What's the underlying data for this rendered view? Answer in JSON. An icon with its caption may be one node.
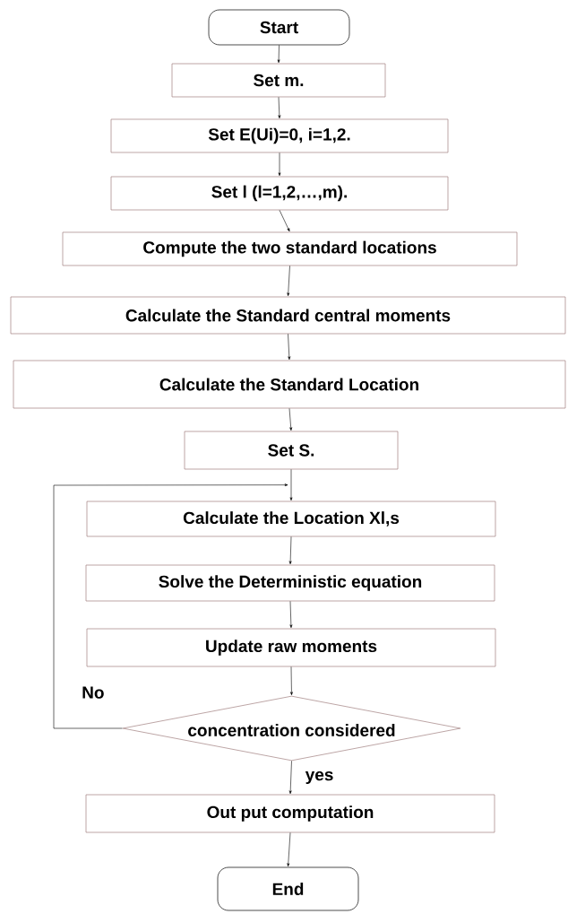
{
  "diagram": {
    "nodes": [
      {
        "text": [
          "Start"
        ]
      },
      {
        "text": [
          "Set m."
        ]
      },
      {
        "text": [
          "Set E(Ui)=0,    i=1,2."
        ]
      },
      {
        "text": [
          "Set l  (l=1,2,…,m)."
        ]
      },
      {
        "text": [
          "Compute the two standard locations"
        ]
      },
      {
        "text": [
          "Calculate the Standard central moments"
        ]
      },
      {
        "text": [
          "Calculate the Standard Location"
        ]
      },
      {
        "text": [
          "Set S."
        ]
      },
      {
        "text": [
          "Calculate the Location Xl,s"
        ]
      },
      {
        "text": [
          "Solve the Deterministic equation"
        ]
      },
      {
        "text": [
          "Update raw moments"
        ]
      },
      {
        "text": [
          "concentration considered"
        ]
      },
      {
        "text": [
          "Out put computation"
        ]
      },
      {
        "text": [
          "End"
        ]
      }
    ],
    "edges": [
      {
        "from": 0,
        "to": 1,
        "arrow": "to"
      },
      {
        "from": 1,
        "to": 2,
        "arrow": "to"
      },
      {
        "from": 2,
        "to": 3,
        "arrow": "to"
      },
      {
        "from": 3,
        "to": 4,
        "arrow": "to"
      },
      {
        "from": 4,
        "to": 5,
        "arrow": "to"
      },
      {
        "from": 5,
        "to": 6,
        "arrow": "to"
      },
      {
        "from": 6,
        "to": 7,
        "arrow": "to"
      },
      {
        "from": 7,
        "to": 8,
        "arrow": "to"
      },
      {
        "from": 8,
        "to": 9,
        "arrow": "to"
      },
      {
        "from": 9,
        "to": 10,
        "arrow": "to"
      },
      {
        "from": 10,
        "to": 11,
        "arrow": "to"
      },
      {
        "from": 11,
        "to": 8,
        "arrow": "to",
        "label": "No"
      },
      {
        "from": 11,
        "to": 12,
        "arrow": "to",
        "label": "yes"
      },
      {
        "from": 12,
        "to": 13,
        "arrow": "to"
      }
    ]
  }
}
